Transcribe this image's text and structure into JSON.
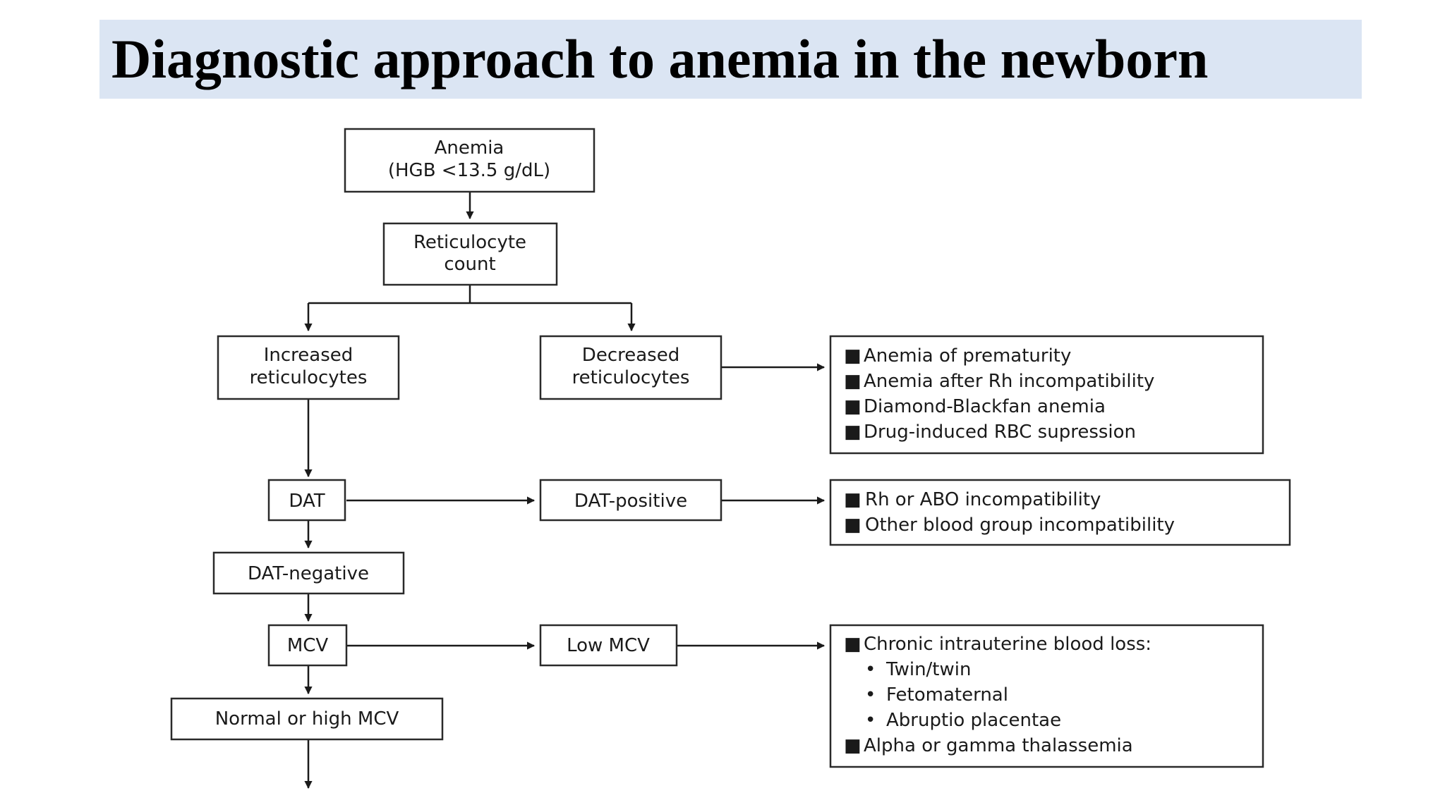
{
  "title": "Diagnostic approach to anemia in the newborn",
  "nodes": {
    "anemia": {
      "line1": "Anemia",
      "line2": "(HGB <13.5 g/dL)"
    },
    "reticulocyte_count": {
      "line1": "Reticulocyte",
      "line2": "count"
    },
    "increased": {
      "line1": "Increased",
      "line2": "reticulocytes"
    },
    "decreased": {
      "line1": "Decreased",
      "line2": "reticulocytes"
    },
    "dat": "DAT",
    "dat_positive": "DAT-positive",
    "dat_negative": "DAT-negative",
    "mcv": "MCV",
    "low_mcv": "Low MCV",
    "normal_high_mcv": "Normal or high MCV"
  },
  "lists": {
    "decreased_causes": [
      "Anemia of prematurity",
      "Anemia after Rh incompatibility",
      "Diamond-Blackfan anemia",
      "Drug-induced RBC supression"
    ],
    "dat_positive_causes": [
      "Rh or ABO incompatibility",
      "Other blood group incompatibility"
    ],
    "low_mcv_causes": {
      "main": "Chronic intrauterine blood loss:",
      "sub": [
        "Twin/twin",
        "Fetomaternal",
        "Abruptio placentae"
      ],
      "last": "Alpha or gamma thalassemia"
    }
  },
  "bullets": {
    "square": "■",
    "dot": "•"
  }
}
